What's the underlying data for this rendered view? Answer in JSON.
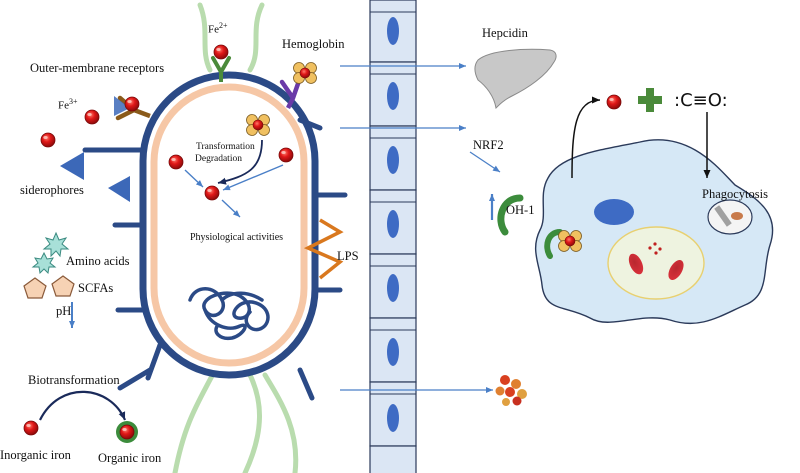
{
  "labels": {
    "outer_membrane_receptors": "Outer-membrane receptors",
    "fe2": "Fe",
    "fe2_charge": "2+",
    "fe3": "Fe",
    "fe3_charge": "3+",
    "hemoglobin": "Hemoglobin",
    "hepcidin": "Hepcidin",
    "transformation": "Transformation",
    "degradation": "Degradation",
    "siderophores": "siderophores",
    "physiological_activities": "Physiological activities",
    "lps": "LPS",
    "amino_acids": "Amino acids",
    "scfas": "SCFAs",
    "ph": "pH",
    "biotransformation": "Biotransformation",
    "inorganic_iron": "Inorganic iron",
    "organic_iron": "Organic iron",
    "nrf2": "NRF2",
    "oh1": "OH-1",
    "phagocytosis": "Phagocytosis",
    "carbon_monoxide": ":C≡O:"
  },
  "colors": {
    "bacterium_wall": "#2b4a86",
    "bacterium_inner": "#f6c7a6",
    "flagella": "#b9dcae",
    "iron": "#e01818",
    "arrow_blue": "#4a7fc7",
    "epithelium_fill": "#dbe6f4",
    "epithelium_nucleus": "#3e6bc4",
    "macrophage_fill": "#d6e8f6",
    "ho1_green": "#3c8c3c",
    "siderophore": "#3c68b8",
    "lps": "#d9781e"
  }
}
